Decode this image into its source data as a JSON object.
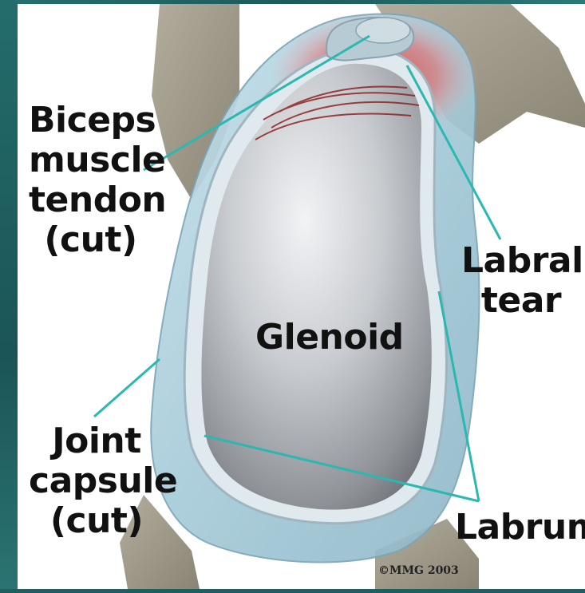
{
  "labels": {
    "biceps": [
      "Biceps",
      "muscle",
      "tendon",
      "(cut)"
    ],
    "labral_tear": [
      "Labral",
      "tear"
    ],
    "glenoid": "Glenoid",
    "joint_capsule": [
      "Joint",
      "capsule",
      "(cut)"
    ],
    "labrum": "Labrum"
  },
  "credit": "©MMG 2003",
  "colors": {
    "leader_line": "#2ab8b0",
    "slide_background": "#1f5f60",
    "bone": "#9b9484",
    "capsule": "#a9cedd",
    "glenoid": "#b9bcc1",
    "tear": "#c82828"
  }
}
